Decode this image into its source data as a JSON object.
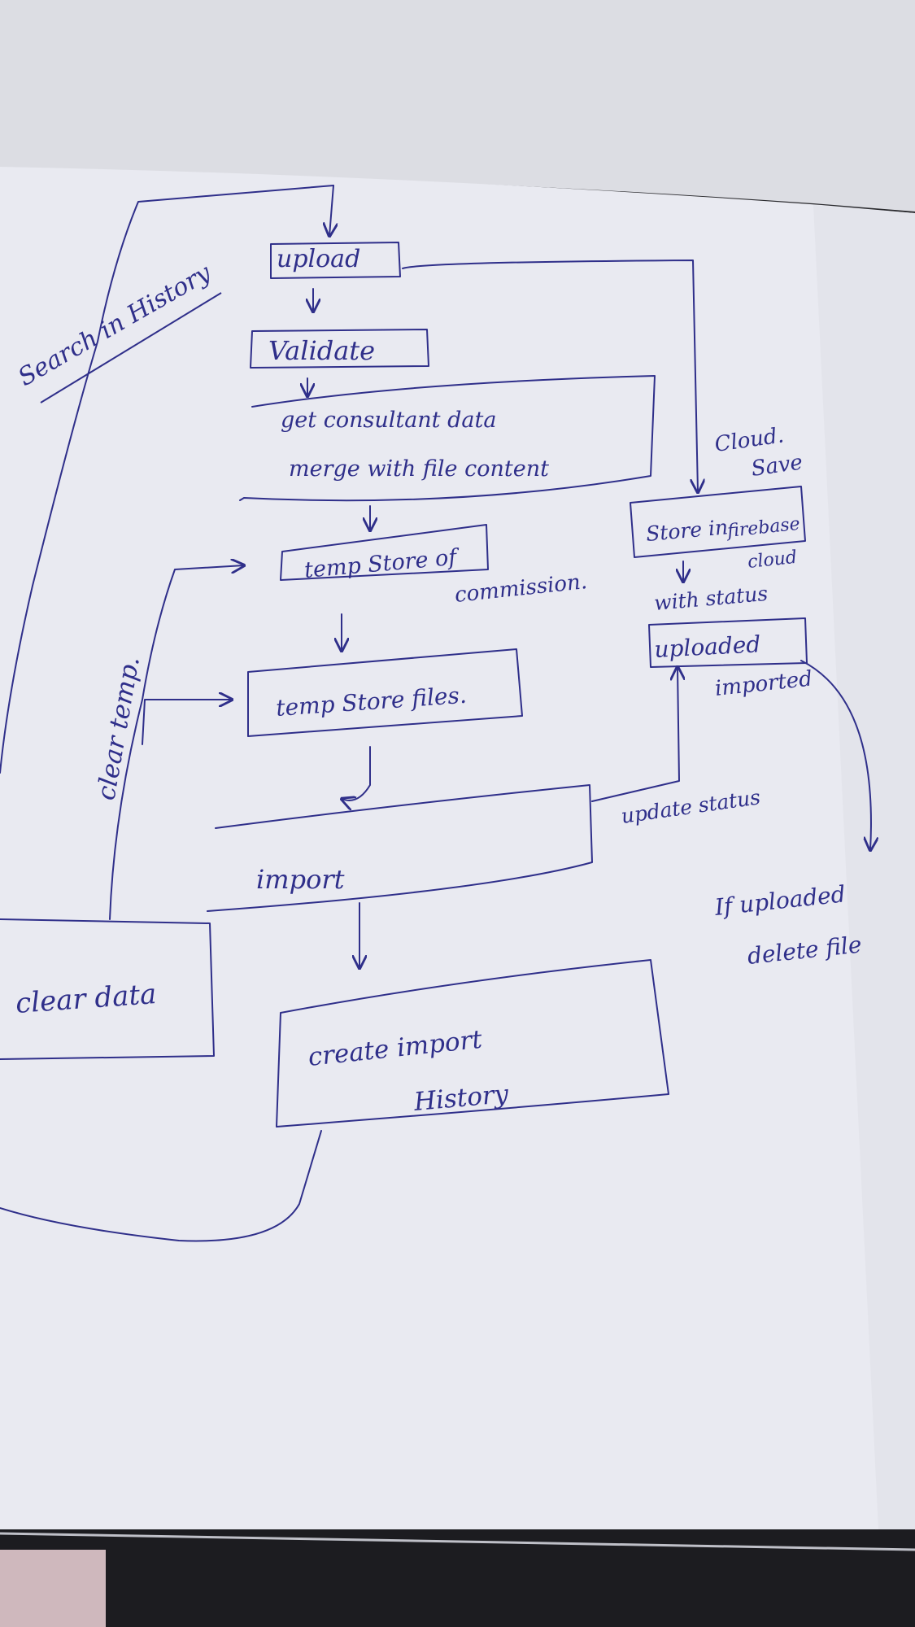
{
  "colors": {
    "ink": "#2f2f8a",
    "paper": "#e9eaf1",
    "page_behind": "#dcdde3",
    "background": "#2a2a2e"
  },
  "nodes": {
    "upload": "upload",
    "validate": "Validate",
    "consultant_line1": "get consultant data",
    "consultant_line2": "merge with file content",
    "temp_commission_main": "temp Store of",
    "temp_commission_tail": "commission.",
    "temp_files": "temp Store files.",
    "import": "import",
    "clear_data": "clear data",
    "history_line1": "create import",
    "history_line2": "History",
    "store_line1": "Store in",
    "store_line2": "firebase",
    "store_line3": "cloud",
    "uploaded": "uploaded"
  },
  "annotations": {
    "search_history": "Search in History",
    "clear_temp": "clear temp.",
    "cloud_save_line1": "Cloud.",
    "cloud_save_line2": "Save",
    "with_status": "with status",
    "imported": "imported",
    "update_status": "update status",
    "if_uploaded_line1": "If uploaded",
    "if_uploaded_line2": "delete file"
  }
}
